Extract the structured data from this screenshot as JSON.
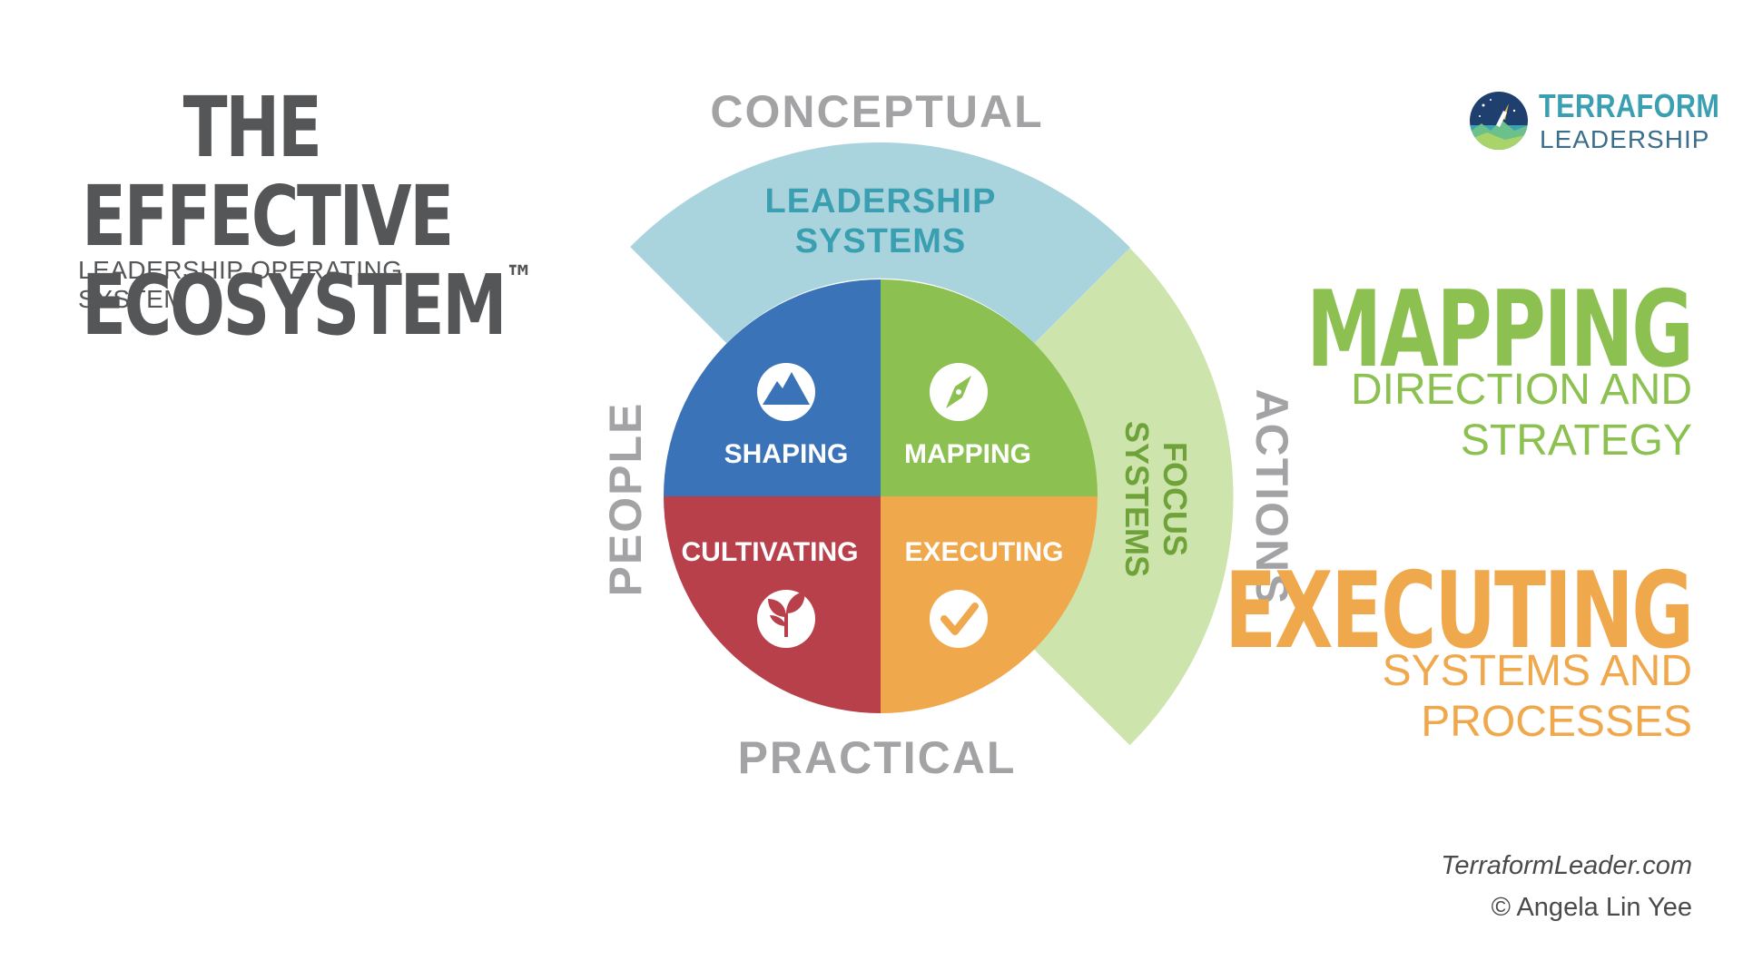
{
  "header": {
    "title_line1": "THE EFFECTIVE",
    "title_line2": "ECOSYSTEM",
    "trademark": "™",
    "subtitle": "LEADERSHIP OPERATING SYSTEM"
  },
  "logo": {
    "icon": "rocket-globe-icon",
    "line1": "TERRAFORM",
    "line2": "LEADERSHIP"
  },
  "diagram": {
    "axis_top": "CONCEPTUAL",
    "axis_bottom": "PRACTICAL",
    "axis_left": "PEOPLE",
    "axis_right": "ACTIONS",
    "top_arc_line1": "LEADERSHIP",
    "top_arc_line2": "SYSTEMS",
    "right_arc_line1": "FOCUS",
    "right_arc_line2": "SYSTEMS",
    "quadrants": [
      {
        "label": "SHAPING",
        "icon": "mountain-icon",
        "color": "#3b73b9"
      },
      {
        "label": "MAPPING",
        "icon": "compass-icon",
        "color": "#8cc152"
      },
      {
        "label": "CULTIVATING",
        "icon": "sprout-icon",
        "color": "#b8404b"
      },
      {
        "label": "EXECUTING",
        "icon": "checkmark-icon",
        "color": "#f0a84d"
      }
    ],
    "top_arc_color": "#a9d4de",
    "right_arc_color": "#cde4ad"
  },
  "highlights": {
    "mapping_title": "MAPPING",
    "mapping_sub_line1": "DIRECTION AND",
    "mapping_sub_line2": "STRATEGY",
    "executing_title": "EXECUTING",
    "executing_sub_line1": "SYSTEMS AND",
    "executing_sub_line2": "PROCESSES"
  },
  "footer": {
    "website": "TerraformLeader.com",
    "copyright": "© Angela Lin Yee"
  }
}
